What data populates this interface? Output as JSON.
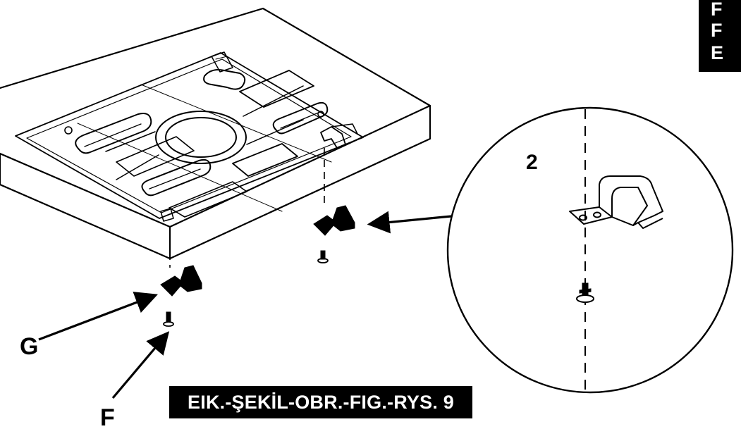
{
  "labels": {
    "g": "G",
    "f": "F",
    "two": "2"
  },
  "banner": {
    "text": "EIK.-ŞEKİL-OBR.-FIG.-RYS. 9"
  },
  "corner": {
    "line1": "F",
    "line2": "F",
    "line3": "E"
  },
  "icons": {
    "overview": "tray-assembly-drawing",
    "detail": "bracket-detail-circle"
  },
  "colors": {
    "ink": "#000000",
    "paper": "#ffffff"
  }
}
